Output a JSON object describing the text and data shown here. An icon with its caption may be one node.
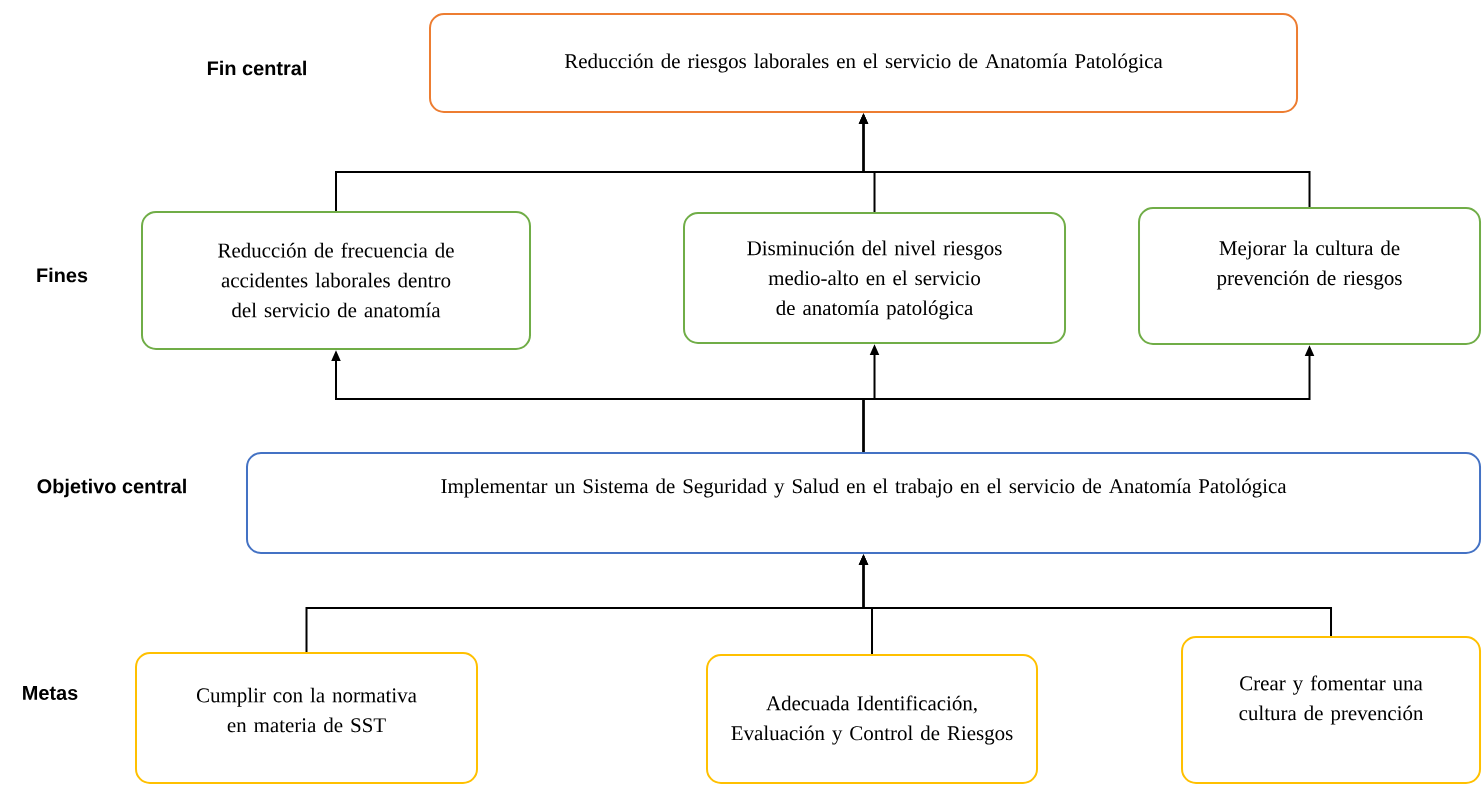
{
  "diagram": {
    "nodes": [
      {
        "text": [
          "Reducción de riesgos laborales en el servicio de Anatomía Patológica"
        ]
      },
      {
        "text": [
          "Reducción de frecuencia de accidentes laborales dentro del servicio de anatomía"
        ]
      },
      {
        "text": [
          "Disminución del nivel riesgos medio-alto en el servicio de anatomía patológica"
        ]
      },
      {
        "text": [
          "Mejorar la cultura de prevención de riesgos"
        ]
      },
      {
        "text": [
          "Implementar un Sistema de Seguridad y Salud en el trabajo en el servicio de Anatomía Patológica"
        ]
      },
      {
        "text": [
          "Cumplir con la normativa en materia de SST"
        ]
      },
      {
        "text": [
          "Adecuada Identificación, Evaluación y Control de Riesgos"
        ]
      },
      {
        "text": [
          "Crear y fomentar una cultura de prevención"
        ]
      }
    ],
    "edges": [
      {
        "from": 1,
        "to": 0,
        "arrow": "to"
      },
      {
        "from": 2,
        "to": 0,
        "arrow": "to"
      },
      {
        "from": 3,
        "to": 0,
        "arrow": "to"
      },
      {
        "from": 4,
        "to": 1,
        "arrow": "to"
      },
      {
        "from": 4,
        "to": 2,
        "arrow": "to"
      },
      {
        "from": 4,
        "to": 3,
        "arrow": "to"
      },
      {
        "from": 5,
        "to": 4,
        "arrow": "to"
      },
      {
        "from": 6,
        "to": 4,
        "arrow": "to"
      },
      {
        "from": 7,
        "to": 4,
        "arrow": "to"
      }
    ],
    "labels": [
      "Fin central",
      "Fines",
      "Objetivo central",
      "Metas"
    ]
  }
}
